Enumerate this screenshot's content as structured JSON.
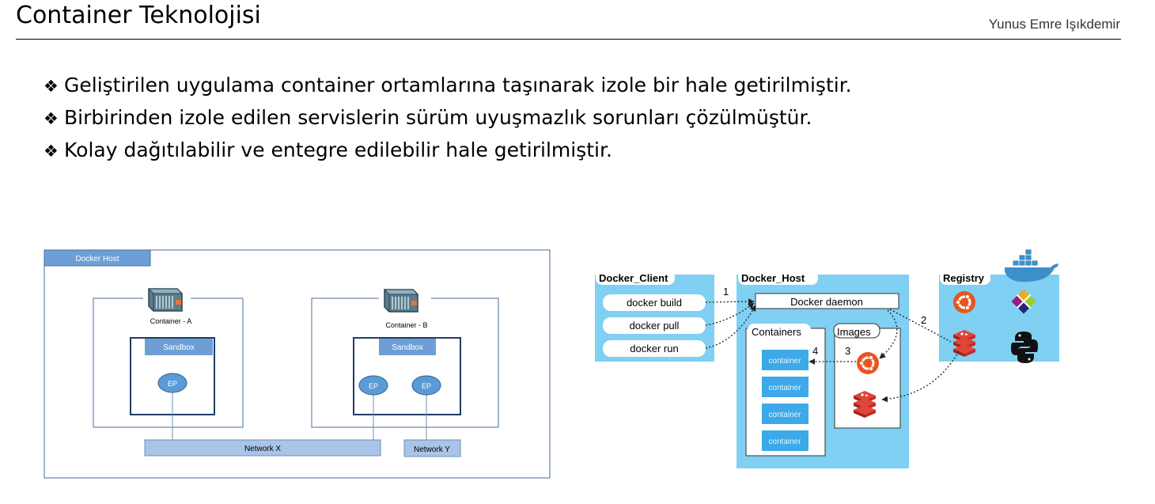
{
  "header": {
    "title": "Container Teknolojisi",
    "author": "Yunus Emre Işıkdemir"
  },
  "bullets": [
    {
      "icon": "diamond-bullet-icon",
      "symbol": "❖",
      "text": "Geliştirilen uygulama container ortamlarına taşınarak izole bir hale getirilmiştir."
    },
    {
      "icon": "diamond-bullet-icon",
      "symbol": "❖",
      "text": "Birbirinden izole edilen servislerin sürüm uyuşmazlık sorunları çözülmüştür."
    },
    {
      "icon": "diamond-bullet-icon",
      "symbol": "❖",
      "text": "Kolay dağıtılabilir ve entegre edilebilir hale getirilmiştir."
    }
  ],
  "network_diagram": {
    "host_label": "Docker Host",
    "container_a": "Container - A",
    "container_b": "Container - B",
    "sandbox_label": "Sandbox",
    "endpoint_label": "EP",
    "network_x": "Network X",
    "network_y": "Network Y",
    "colors": {
      "label_fill": "#6d9fd6",
      "network_fill": "#a9c4e6",
      "ep_fill": "#5b9bd5",
      "border": "#4a6d9c"
    }
  },
  "architecture_diagram": {
    "client_title": "Docker_Client",
    "client_commands": [
      "docker build",
      "docker pull",
      "docker run"
    ],
    "host_title": "Docker_Host",
    "daemon_label": "Docker daemon",
    "containers_title": "Containers",
    "container_items": [
      "container",
      "container",
      "container",
      "container"
    ],
    "images_title": "Images",
    "registry_title": "Registry",
    "step_numbers": [
      "1",
      "2",
      "3",
      "4"
    ],
    "registry_icons": [
      "ubuntu-icon",
      "centos-icon",
      "redis-icon",
      "python-icon"
    ],
    "colors": {
      "panel": "#7fd0f3",
      "container_fill": "#3da9e8",
      "ubuntu": "#e95420",
      "redis": "#d82c20",
      "whale": "#3d8fc8"
    }
  }
}
